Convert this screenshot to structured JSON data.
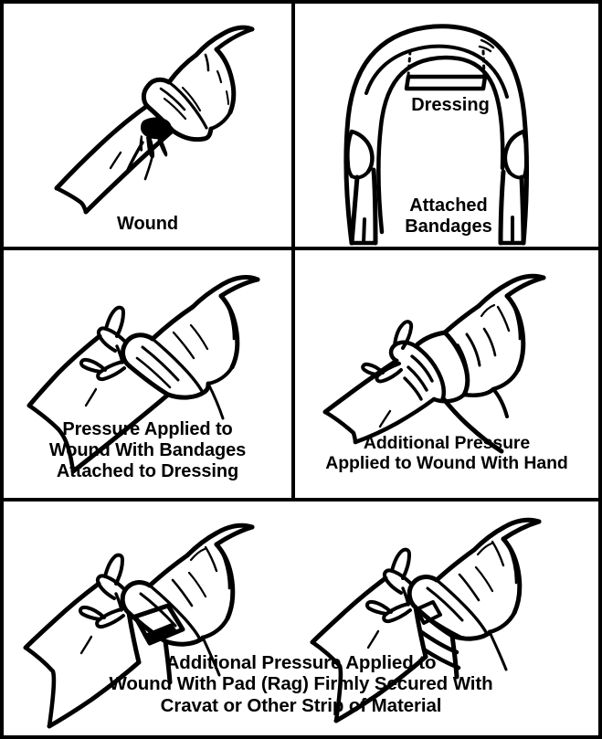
{
  "figure": {
    "title": "Applying a field dressing and additional pressure to a wound",
    "border_color": "#000000",
    "background_color": "#ffffff",
    "ink_color": "#000000"
  },
  "panels": [
    {
      "id": "wound",
      "position": "top-left",
      "caption": "Wound",
      "labels": [],
      "illustration": "bent arm with rolled-up sleeve showing an open bleeding wound on the forearm"
    },
    {
      "id": "dressing",
      "position": "top-right",
      "caption": "",
      "labels": [
        {
          "name": "dressing-label",
          "text": "Dressing"
        },
        {
          "name": "attached-bandages-label",
          "text": "Attached\nBandages"
        }
      ],
      "illustration": "field dressing pad with two long attached bandage tails hanging down, split ends"
    },
    {
      "id": "bandage-pressure",
      "position": "middle-left",
      "caption": "Pressure Applied to\nWound With Bandages\nAttached to Dressing",
      "labels": [],
      "illustration": "arm with field dressing tied over the wound, bandage ends knotted in a bow"
    },
    {
      "id": "hand-pressure",
      "position": "middle-right",
      "caption": "Additional Pressure\nApplied to Wound With Hand",
      "labels": [],
      "illustration": "hand pressing firmly down on the bandaged wound of the arm"
    },
    {
      "id": "pad-pressure",
      "position": "bottom-full",
      "caption": "Additional Pressure Applied to\nWound With Pad (Rag) Firmly Secured With\nCravat or Other Strip of Material",
      "labels": [],
      "illustration": "two views: folded pad placed over the dressing, then the pad secured with a cravat strip tied around the arm"
    }
  ]
}
